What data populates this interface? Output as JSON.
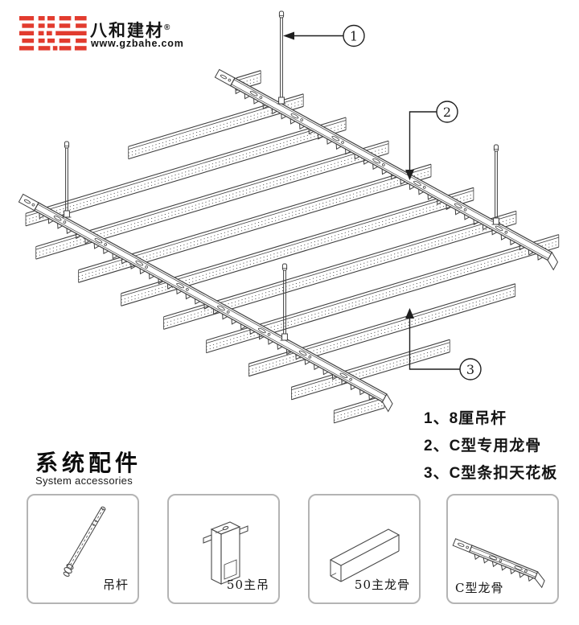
{
  "logo": {
    "brand_cn": "八和建材",
    "registered": "®",
    "website": "www.gzbahe.com",
    "brand_color": "#e23b2e"
  },
  "diagram": {
    "line_color": "#3f3f3f",
    "callouts": [
      {
        "num": "1"
      },
      {
        "num": "2"
      },
      {
        "num": "3"
      }
    ],
    "legend_items": [
      "1、8厘吊杆",
      "2、C型专用龙骨",
      "3、C型条扣天花板"
    ]
  },
  "accessories": {
    "title": "系统配件",
    "subtitle": "System accessories",
    "items": [
      {
        "label": "吊杆"
      },
      {
        "label": "50主吊"
      },
      {
        "label": "50主龙骨"
      },
      {
        "label": "C型龙骨"
      }
    ]
  }
}
